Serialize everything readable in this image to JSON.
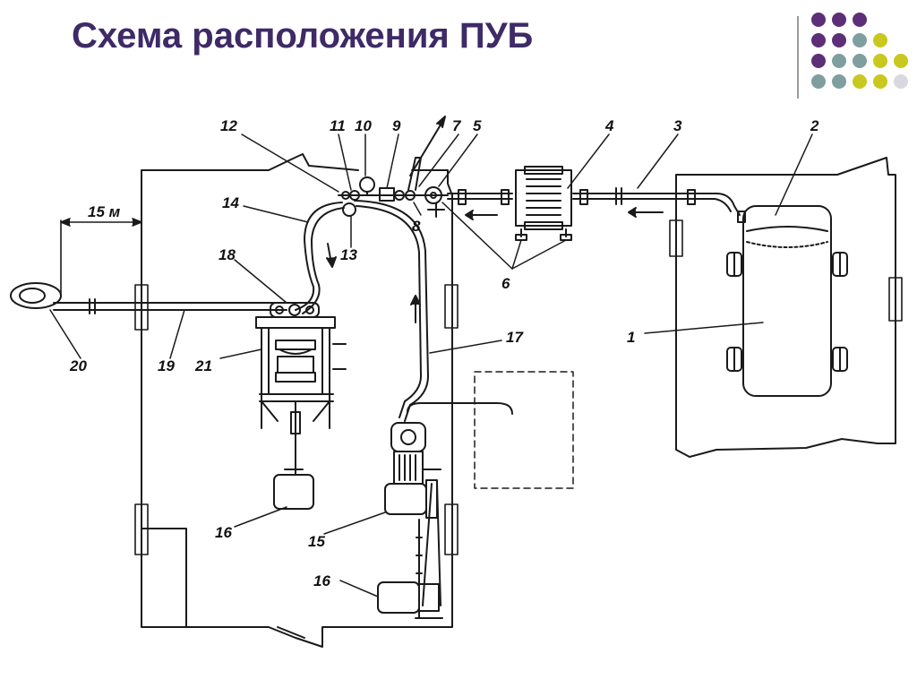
{
  "title": "Схема расположения ПУБ",
  "palette": {
    "title": "#3d2a66",
    "purple": "#5c2f78",
    "grey": "#7f9ea0",
    "lime": "#c8c81e",
    "light": "#d8d8e0",
    "ink": "#1a1a1a"
  },
  "dot_rows": [
    [
      "purple",
      "purple",
      "purple",
      null,
      null
    ],
    [
      "purple",
      "purple",
      "grey",
      "lime",
      null
    ],
    [
      "purple",
      "grey",
      "grey",
      "lime",
      "lime"
    ],
    [
      "grey",
      "grey",
      "lime",
      "lime",
      "light"
    ]
  ],
  "labels": {
    "l1": "1",
    "l2": "2",
    "l3": "3",
    "l4": "4",
    "l5": "5",
    "l6": "6",
    "l7": "7",
    "l8": "8",
    "l9": "9",
    "l10": "10",
    "l11": "11",
    "l12": "12",
    "l13": "13",
    "l14": "14",
    "l15": "15",
    "l16a": "16",
    "l16b": "16",
    "l17": "17",
    "l18": "18",
    "l19": "19",
    "l20": "20",
    "l21": "21",
    "dist": "15 м"
  }
}
